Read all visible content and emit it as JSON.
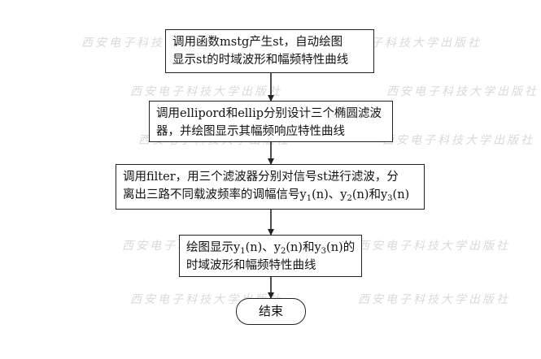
{
  "watermark": "西安电子科技大学出版社",
  "steps": [
    {
      "lines": [
        "调用函数mstg产生st，自动绘图",
        "显示st的时域波形和幅频特性曲线"
      ]
    },
    {
      "lines": [
        "调用ellipord和ellip分别设计三个椭圆滤波",
        "器，并绘图显示其幅频响应特性曲线"
      ]
    },
    {
      "lines": [
        "调用filter，用三个滤波器分别对信号st进行滤波，分",
        "离出三路不同载波频率的调幅信号"
      ],
      "signals": {
        "y": "y",
        "s1": "1",
        "s2": "2",
        "s3": "3",
        "n": "(n)",
        "sep": "、",
        "and": "和"
      }
    },
    {
      "lines": [
        "绘图显示",
        "的",
        "时域波形和幅频特性曲线"
      ],
      "signals": {
        "y": "y",
        "s1": "1",
        "s2": "2",
        "s3": "3",
        "n": "(n)",
        "sep": "、",
        "and": "和"
      }
    }
  ],
  "end_label": "结束"
}
